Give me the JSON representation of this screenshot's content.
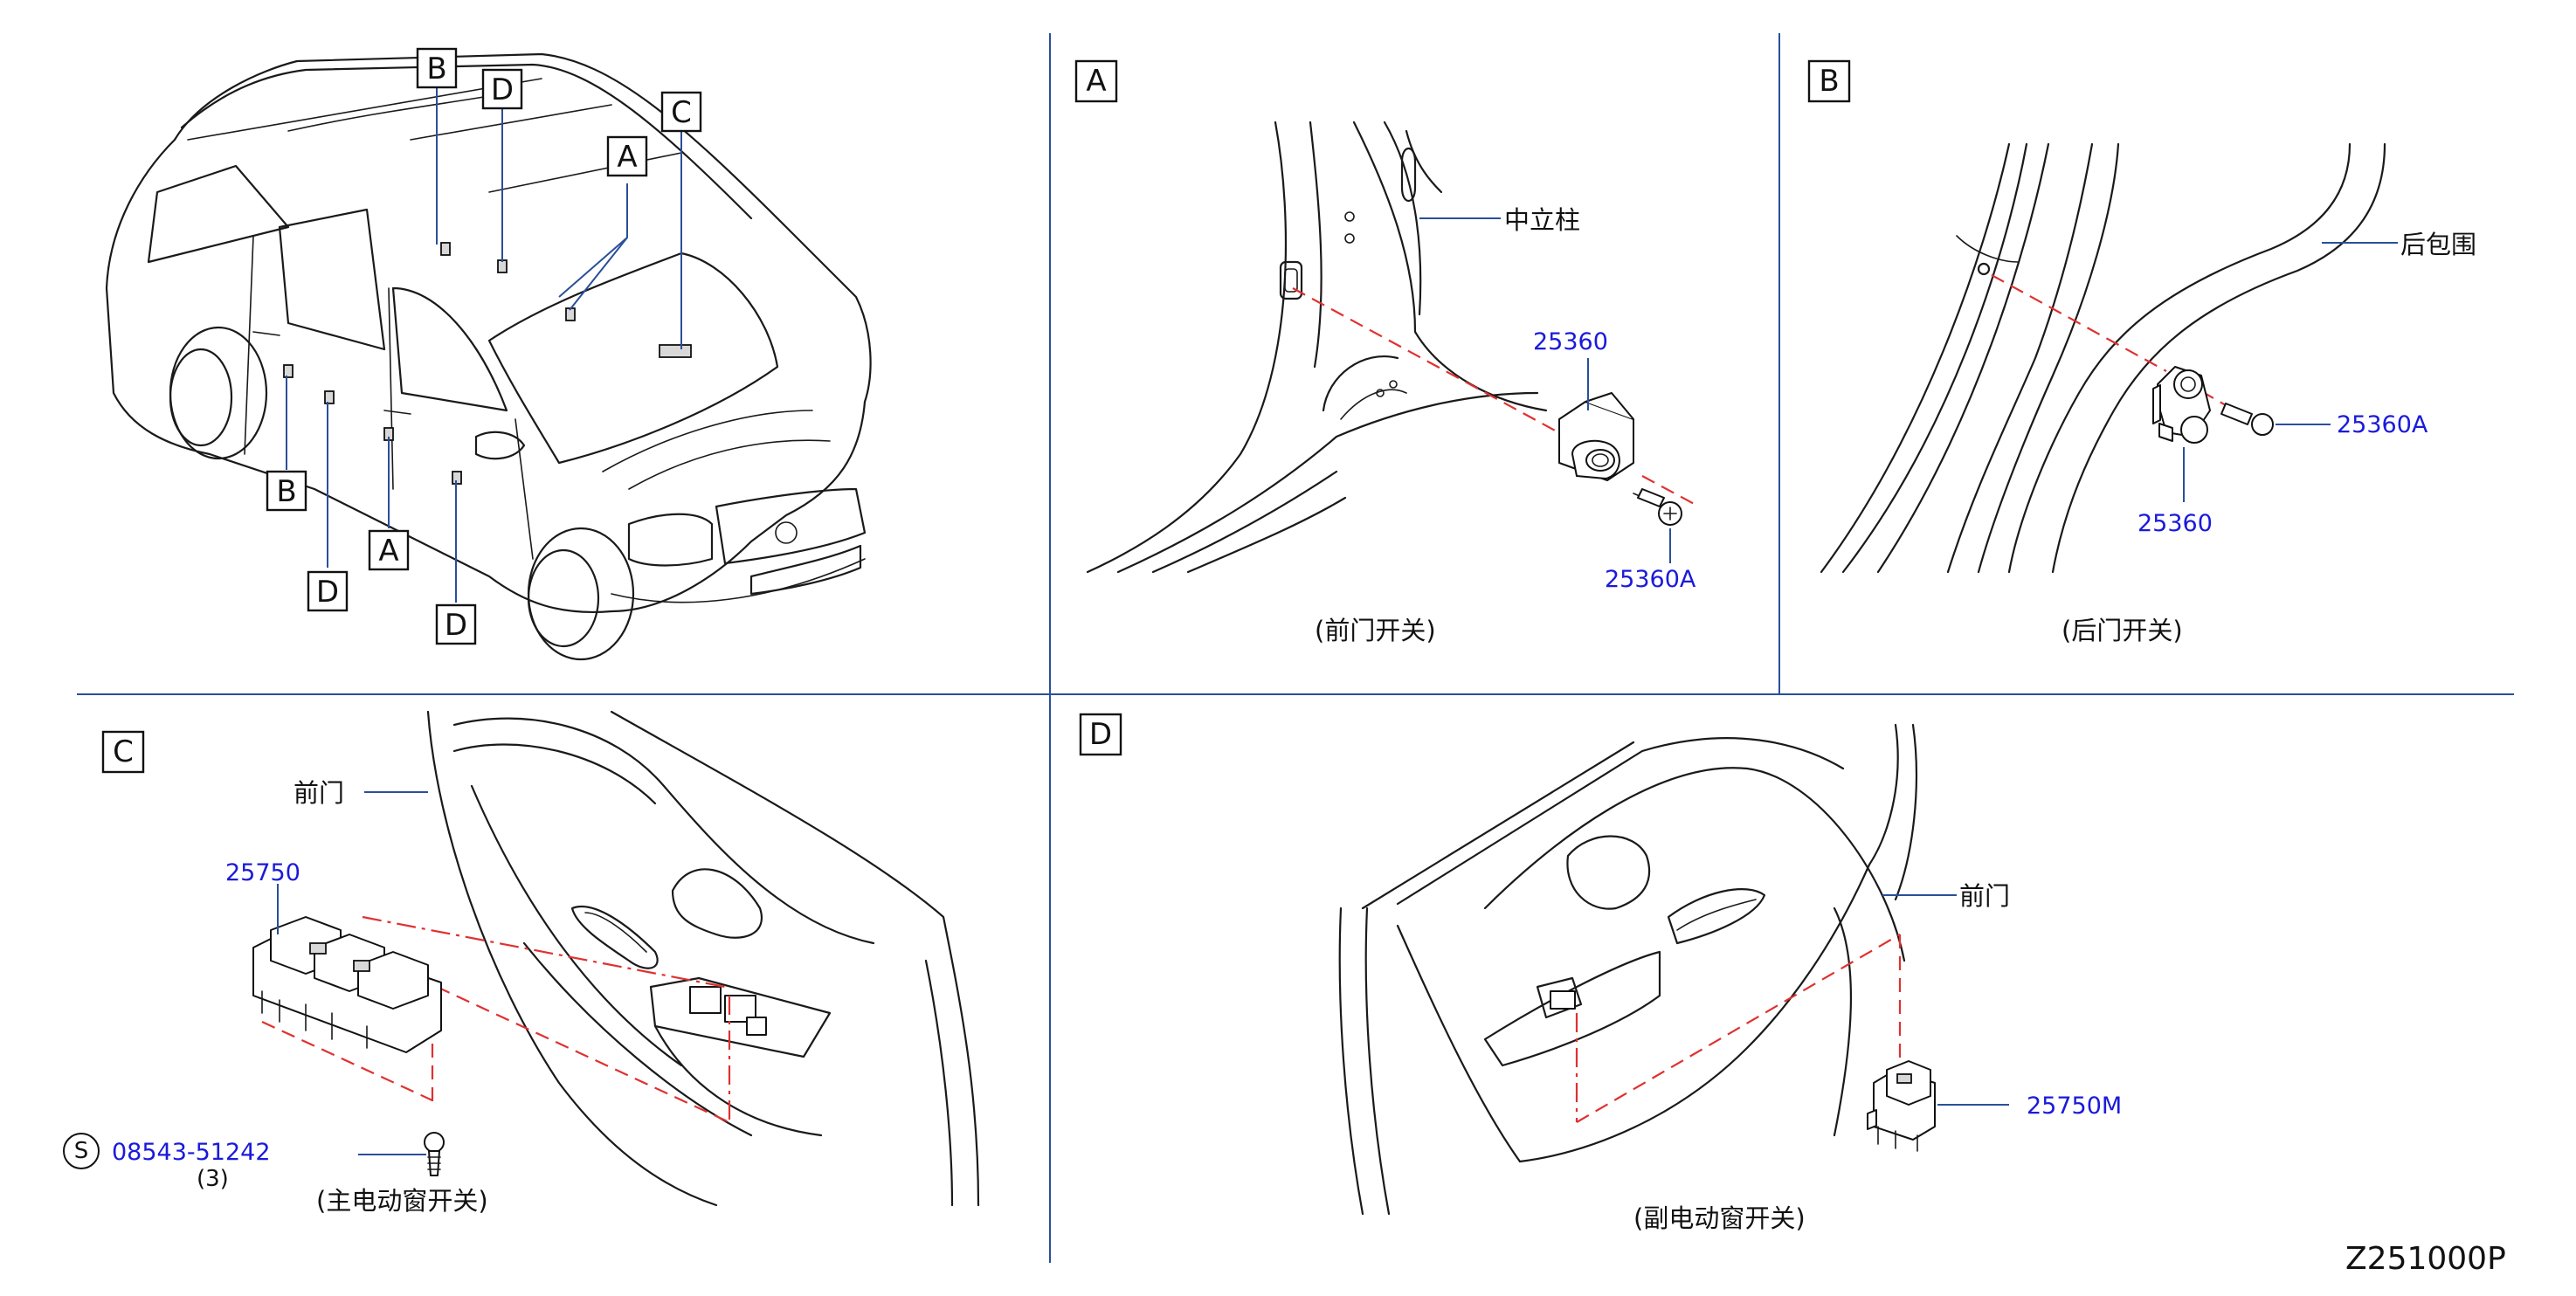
{
  "labels": {
    "A": "A",
    "B": "B",
    "C": "C",
    "D": "D",
    "S": "S"
  },
  "parts": {
    "p25360_a": "25360",
    "p25360A_a": "25360A",
    "p25360_b": "25360",
    "p25360A_b": "25360A",
    "p25750": "25750",
    "p25750M": "25750M",
    "p08543": "08543-51242",
    "qty": "(3)"
  },
  "annotations": {
    "center_pillar": "中立柱",
    "rear_trim": "后包围",
    "front_door_c": "前门",
    "front_door_d": "前门"
  },
  "captions": {
    "a": "(前门开关)",
    "b": "(后门开关)",
    "c": "(主电动窗开关)",
    "d": "(副电动窗开关)"
  },
  "diagram_code": "Z251000P",
  "colors": {
    "frame": "#2a4f9a",
    "part_number": "#1a1adb",
    "dashed_guide": "#e03030"
  }
}
